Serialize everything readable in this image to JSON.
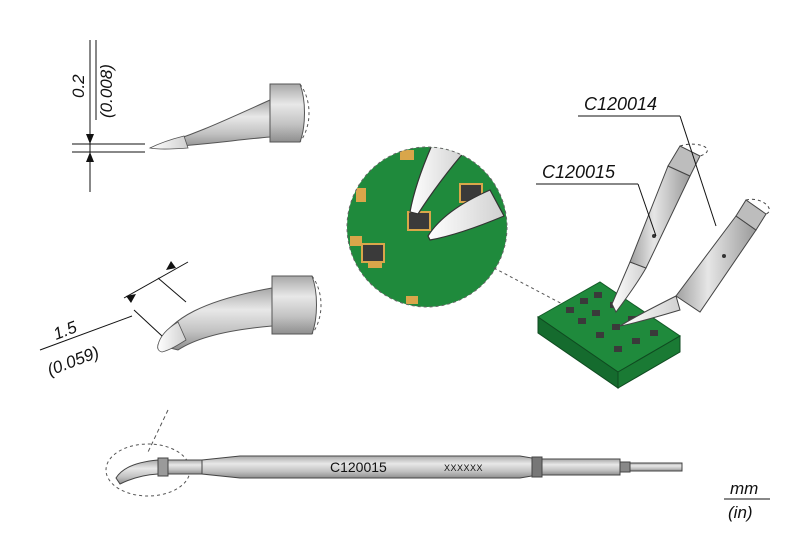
{
  "dimensions": {
    "tip_width_mm": "0.2",
    "tip_width_in": "(0.008)",
    "bend_mm": "1.5",
    "bend_in": "(0.059)"
  },
  "callouts": {
    "code_a": "C120014",
    "code_b": "C120015"
  },
  "cartridge": {
    "label": "C120015",
    "serial": "XXXXXX"
  },
  "units": {
    "primary": "mm",
    "secondary": "(in)"
  },
  "colors": {
    "pcb_green": "#1f8a3c",
    "pad_gold": "#d9a64a",
    "chip_dark": "#3a3a3a",
    "metal_light": "#e4e4e4",
    "metal_mid": "#b8b8b8",
    "metal_dark": "#8a8a8a",
    "tip_silver": "#f4f4f4"
  }
}
